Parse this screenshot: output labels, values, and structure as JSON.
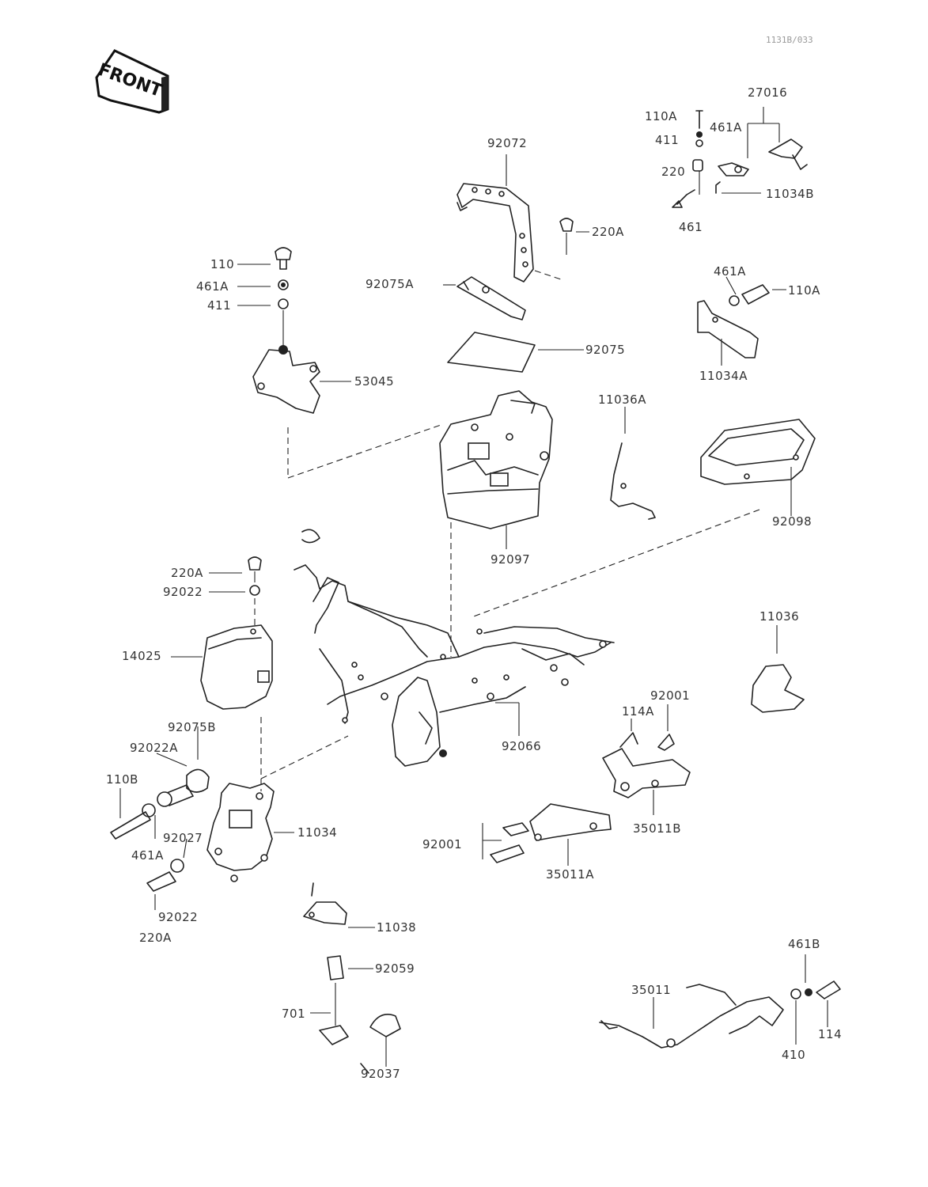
{
  "header": {
    "catalog_code": "1131B/033",
    "front_badge": "FRONT"
  },
  "parts": {
    "p27016": "27016",
    "p110A_top": "110A",
    "p461A_top": "461A",
    "p411_top": "411",
    "p220": "220",
    "p11034B": "11034B",
    "p461": "461",
    "p92072": "92072",
    "p220A_top": "220A",
    "p92075A": "92075A",
    "p92075": "92075",
    "p110": "110",
    "p461A_left": "461A",
    "p411_left": "411",
    "p53045": "53045",
    "p461A_right": "461A",
    "p110A_right": "110A",
    "p11034A": "11034A",
    "p11036A": "11036A",
    "p92098": "92098",
    "p92097": "92097",
    "p220A_mid": "220A",
    "p92022_mid": "92022",
    "p14025": "14025",
    "p11036": "11036",
    "p92001_right": "92001",
    "p114A": "114A",
    "p92066": "92066",
    "p92075B": "92075B",
    "p92022A": "92022A",
    "p110B": "110B",
    "p92027": "92027",
    "p461A_bottom": "461A",
    "p11034": "11034",
    "p92022_bottom": "92022",
    "p220A_bottom": "220A",
    "p92001_mid": "92001",
    "p35011B": "35011B",
    "p35011A": "35011A",
    "p11038": "11038",
    "p92059": "92059",
    "p701": "701",
    "p92037": "92037",
    "p461B": "461B",
    "p35011": "35011",
    "p410": "410",
    "p114": "114"
  }
}
